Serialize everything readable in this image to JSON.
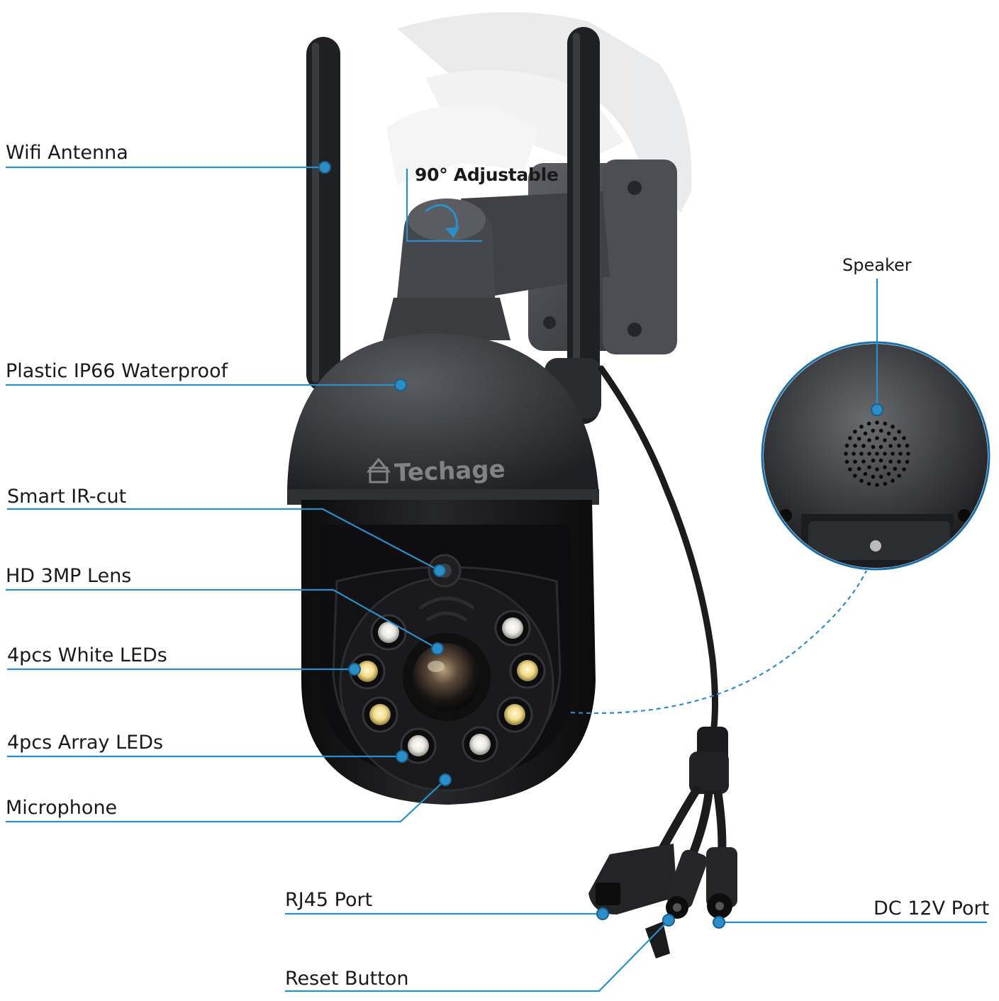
{
  "colors": {
    "callout": "#2a8fc9",
    "body_dark": "#2b2c2f",
    "body_black": "#141416",
    "antenna": "#202124",
    "led_white": "#f3f1ea",
    "led_warm": "#f2dc8a",
    "background": "#ffffff"
  },
  "brand": "Techage",
  "labels": {
    "wifi_antenna": "Wifi Antenna",
    "adjustable": "90° Adjustable",
    "speaker": "Speaker",
    "waterproof": "Plastic IP66 Waterproof",
    "ir_cut": "Smart IR-cut",
    "lens": "HD 3MP Lens",
    "white_leds": "4pcs White LEDs",
    "array_leds": "4pcs Array LEDs",
    "microphone": "Microphone",
    "rj45": "RJ45 Port",
    "dc": "DC 12V Port",
    "reset": "Reset Button"
  }
}
